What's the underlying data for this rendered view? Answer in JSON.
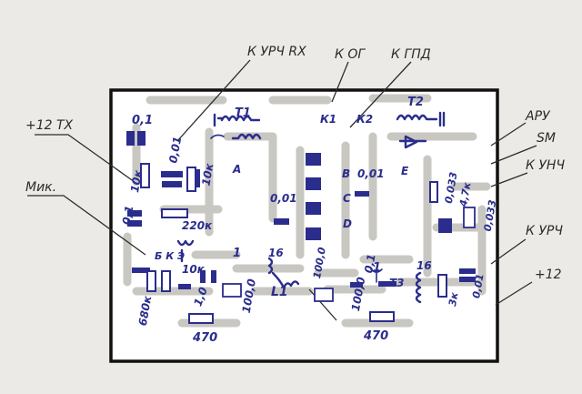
{
  "connectors": {
    "k_urch_rx": "К УРЧ RX",
    "k_og": "К ОГ",
    "k_gpd": "К ГПД",
    "plus12_tx": "+12 ТХ",
    "mik": "Мик.",
    "aru": "АРУ",
    "sm": "SM",
    "k_unch": "К УНЧ",
    "k_urch": "К УРЧ",
    "plus12": "+12"
  },
  "components": {
    "c01_top": "0,1",
    "c001_a": "0,01",
    "r10k_a": "10к",
    "r10k_b": "10к",
    "r10k_c": "10к",
    "c01_left": "0,1",
    "r220k": "220к",
    "bke": "Б К Э",
    "r680k": "680к",
    "c10": "1,0",
    "c100_a": "100,0",
    "r470_a": "470",
    "t1": "Т1",
    "a": "А",
    "one_a": "1",
    "c001_mid": "0,01",
    "sixteen_a": "16",
    "l1": "L1",
    "c100_b": "100,0",
    "k1": "К1",
    "k2": "К2",
    "b": "В",
    "c": "С",
    "d": "D",
    "c001_b": "0,01",
    "c100_c": "100,0",
    "c01_c": "0,1",
    "one_b": "1",
    "t3": "Т3",
    "r470_b": "470",
    "t2": "Т2",
    "e": "Е",
    "c0033_a": "0,033",
    "r47k": "4,7к",
    "c0033_b": "0,033",
    "sixteen_b": "16",
    "r3k": "3к",
    "c001_c": "0,01"
  },
  "colors": {
    "ink": "#2a2d8c",
    "board": "#ffffff",
    "frame": "#111111",
    "paper": "#eceae6"
  }
}
